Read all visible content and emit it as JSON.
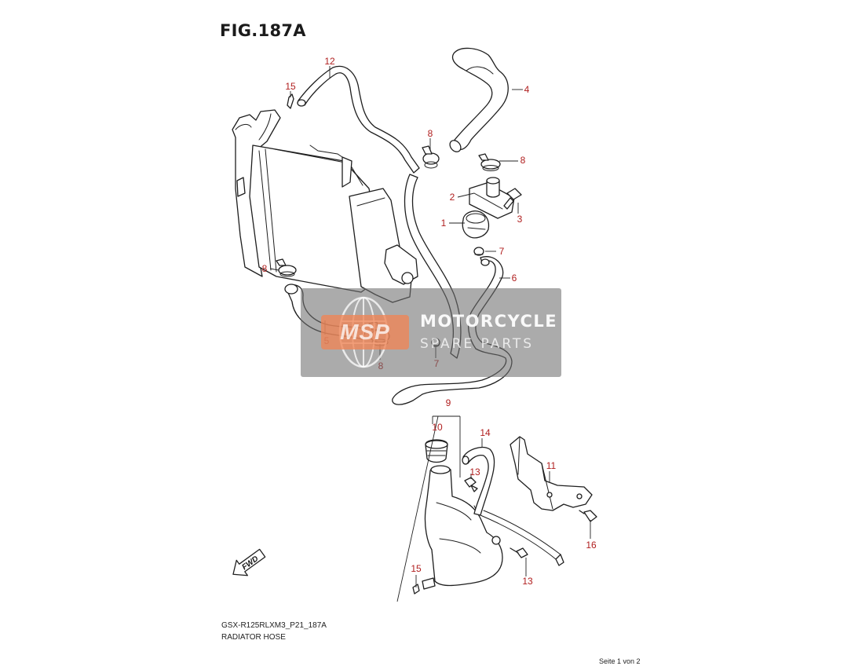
{
  "figure": {
    "title": "FIG.187A",
    "code": "GSX-R125RLXM3_P21_187A",
    "description": "RADIATOR HOSE",
    "page_indicator": "Seite 1 von 2",
    "direction_arrow_label": "FWD"
  },
  "callouts": [
    {
      "id": "c12",
      "text": "12"
    },
    {
      "id": "c15a",
      "text": "15"
    },
    {
      "id": "c4",
      "text": "4"
    },
    {
      "id": "c8a",
      "text": "8"
    },
    {
      "id": "c8b",
      "text": "8"
    },
    {
      "id": "c2",
      "text": "2"
    },
    {
      "id": "c3",
      "text": "3"
    },
    {
      "id": "c1",
      "text": "1"
    },
    {
      "id": "c7a",
      "text": "7"
    },
    {
      "id": "c6",
      "text": "6"
    },
    {
      "id": "c8c",
      "text": "8"
    },
    {
      "id": "c5",
      "text": "5"
    },
    {
      "id": "c8d",
      "text": "8"
    },
    {
      "id": "c7b",
      "text": "7"
    },
    {
      "id": "c9",
      "text": "9"
    },
    {
      "id": "c10",
      "text": "10"
    },
    {
      "id": "c14",
      "text": "14"
    },
    {
      "id": "c13a",
      "text": "13"
    },
    {
      "id": "c11",
      "text": "11"
    },
    {
      "id": "c16",
      "text": "16"
    },
    {
      "id": "c15b",
      "text": "15"
    },
    {
      "id": "c13b",
      "text": "13"
    }
  ],
  "watermark": {
    "badge": "MSP",
    "brand": "MOTORCYCLE",
    "tagline": "SPARE PARTS"
  },
  "colors": {
    "callout": "#b01e1e",
    "line": "#1e1e1e",
    "watermark_bg": "#6e6e6e",
    "watermark_badge": "#f08454"
  }
}
